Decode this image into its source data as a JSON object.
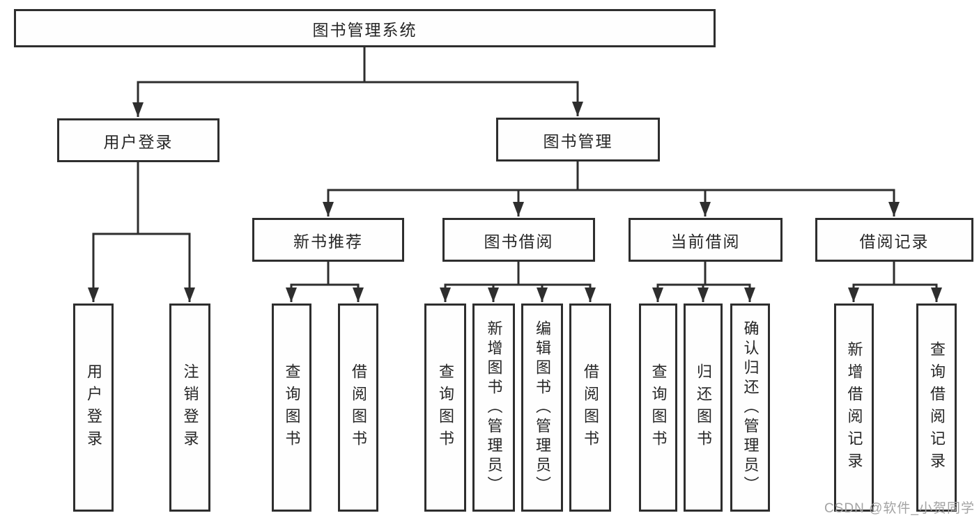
{
  "diagram": {
    "title": "图书管理系统",
    "colors": {
      "line": "#2e2e2e",
      "box_border": "#2e2e2e",
      "text": "#262626",
      "background": "#ffffff",
      "watermark": "#a3a3a3"
    },
    "nodes": {
      "root": {
        "label": "图书管理系统"
      },
      "user_login": {
        "label": "用户登录"
      },
      "book_management": {
        "label": "图书管理"
      },
      "new_book_recommend": {
        "label": "新书推荐"
      },
      "book_borrow": {
        "label": "图书借阅"
      },
      "current_borrow": {
        "label": "当前借阅"
      },
      "borrow_record": {
        "label": "借阅记录"
      },
      "leaf_user_login": {
        "label": "用户登录"
      },
      "leaf_logout": {
        "label": "注销登录"
      },
      "leaf_query_book_1": {
        "label": "查询图书"
      },
      "leaf_borrow_book_1": {
        "label": "借阅图书"
      },
      "leaf_query_book_2": {
        "label": "查询图书"
      },
      "leaf_add_book_admin": {
        "label": "新增图书（管理员）"
      },
      "leaf_edit_book_admin": {
        "label": "编辑图书（管理员）"
      },
      "leaf_borrow_book_2": {
        "label": "借阅图书"
      },
      "leaf_query_book_3": {
        "label": "查询图书"
      },
      "leaf_return_book": {
        "label": "归还图书"
      },
      "leaf_confirm_return_admin": {
        "label": "确认归还（管理员）"
      },
      "leaf_add_borrow_record": {
        "label": "新增借阅记录"
      },
      "leaf_query_borrow_record": {
        "label": "查询借阅记录"
      }
    },
    "watermark": "CSDN @软件_小贺同学"
  }
}
